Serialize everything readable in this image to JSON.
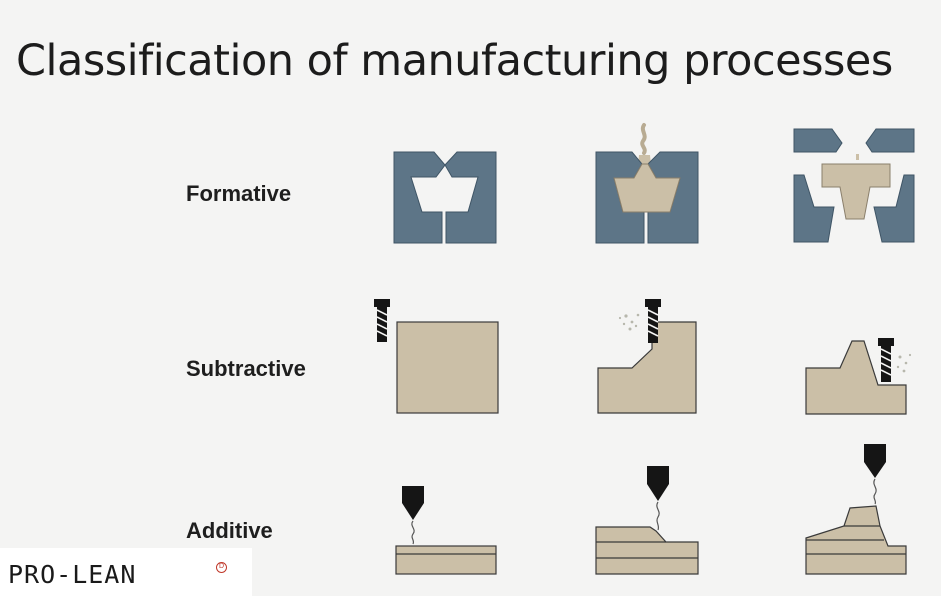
{
  "title": "Classification of manufacturing processes",
  "rows": [
    {
      "label": "Formative"
    },
    {
      "label": "Subtractive"
    },
    {
      "label": "Additive"
    }
  ],
  "logo": {
    "text": "PRO-LEAN",
    "mark": "D"
  },
  "colors": {
    "mold": "#5d7587",
    "mold_edge": "#3f5566",
    "material": "#cbbfa7",
    "material_edge": "#3a3a3a",
    "tool": "#151515"
  }
}
